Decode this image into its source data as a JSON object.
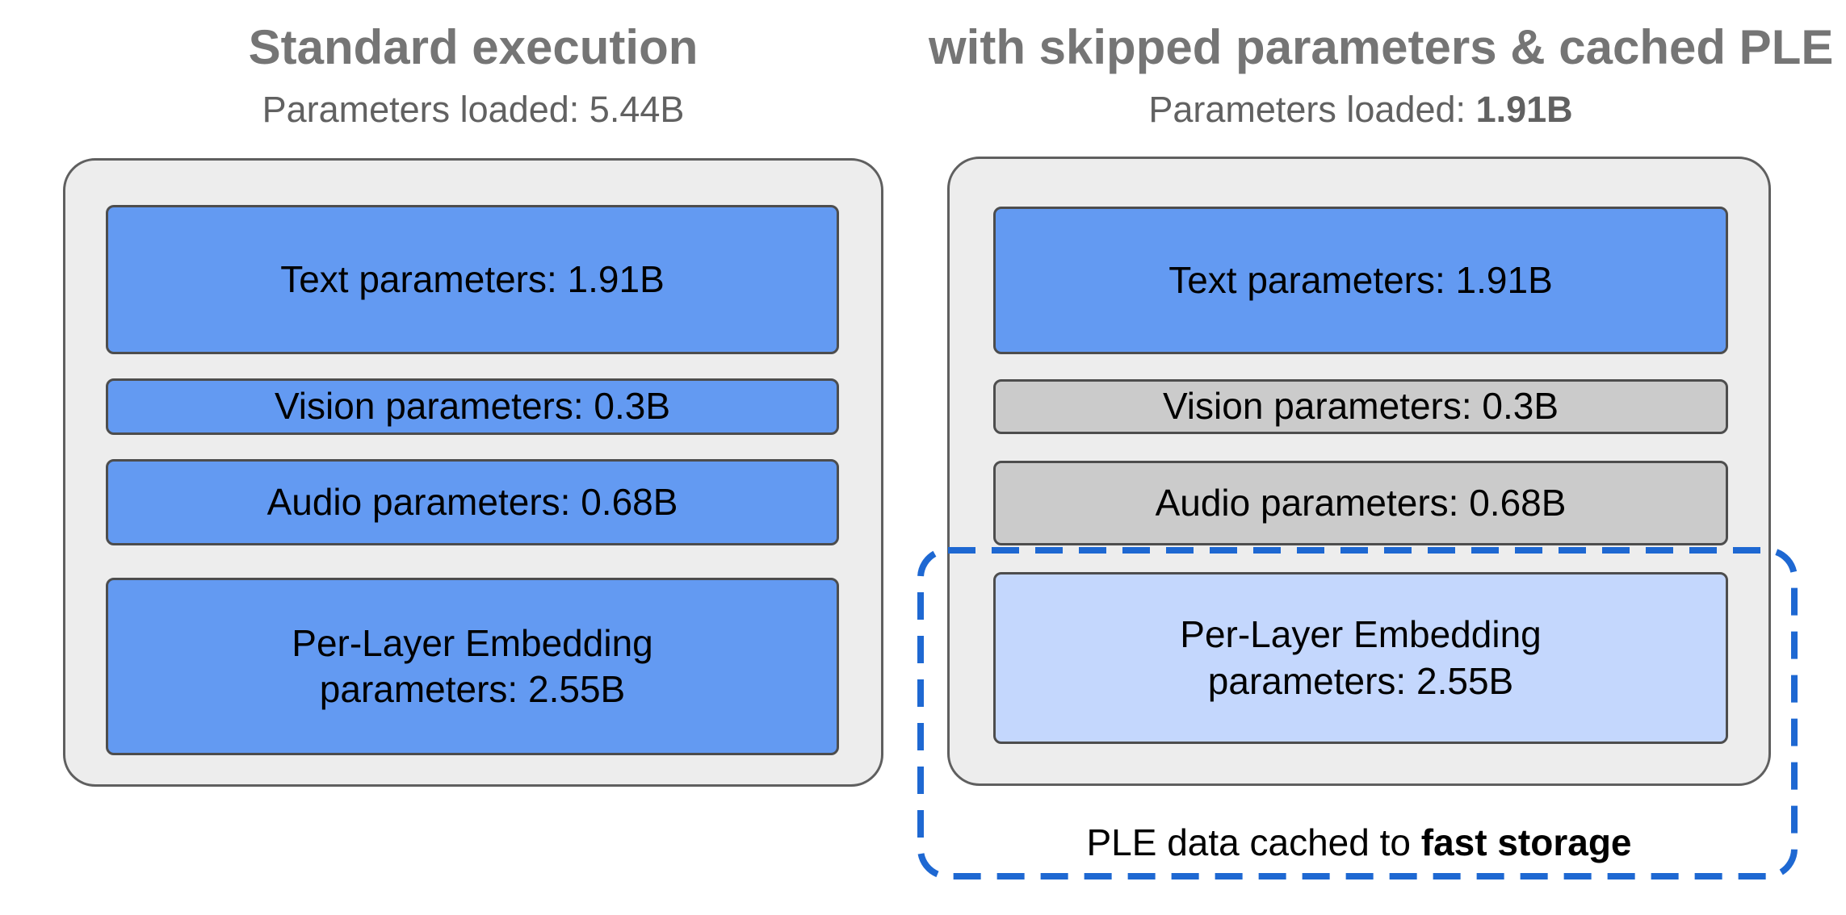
{
  "figure": {
    "left": {
      "title": "Standard execution",
      "subtitle": "Parameters loaded: 5.44B",
      "boxes": [
        {
          "label": "Text parameters: 1.91B"
        },
        {
          "label": "Vision parameters: 0.3B"
        },
        {
          "label": "Audio parameters: 0.68B"
        },
        {
          "label_line1": "Per-Layer Embedding",
          "label_line2": "parameters: 2.55B"
        }
      ]
    },
    "right": {
      "title": "with skipped parameters & cached PLE",
      "subtitle_prefix": "Parameters loaded: ",
      "subtitle_value": "1.91B",
      "boxes": [
        {
          "label": "Text parameters: 1.91B"
        },
        {
          "label": "Vision parameters: 0.3B"
        },
        {
          "label": "Audio parameters: 0.68B"
        },
        {
          "label_line1": "Per-Layer Embedding",
          "label_line2": "parameters: 2.55B"
        }
      ],
      "caption_prefix": "PLE data cached to ",
      "caption_bold": "fast storage"
    },
    "colors": {
      "title_gray": "#757575",
      "subtitle_gray": "#616161",
      "container_fill": "#ededed",
      "container_border": "#5f5f5f",
      "loaded_blue": "#639af2",
      "skipped_gray": "#cbcbcb",
      "cached_light_blue": "#c4d7fd",
      "box_border": "#4d4d4d",
      "dashed_blue": "#1e68d2",
      "label_black": "#000000",
      "background": "#ffffff"
    }
  }
}
